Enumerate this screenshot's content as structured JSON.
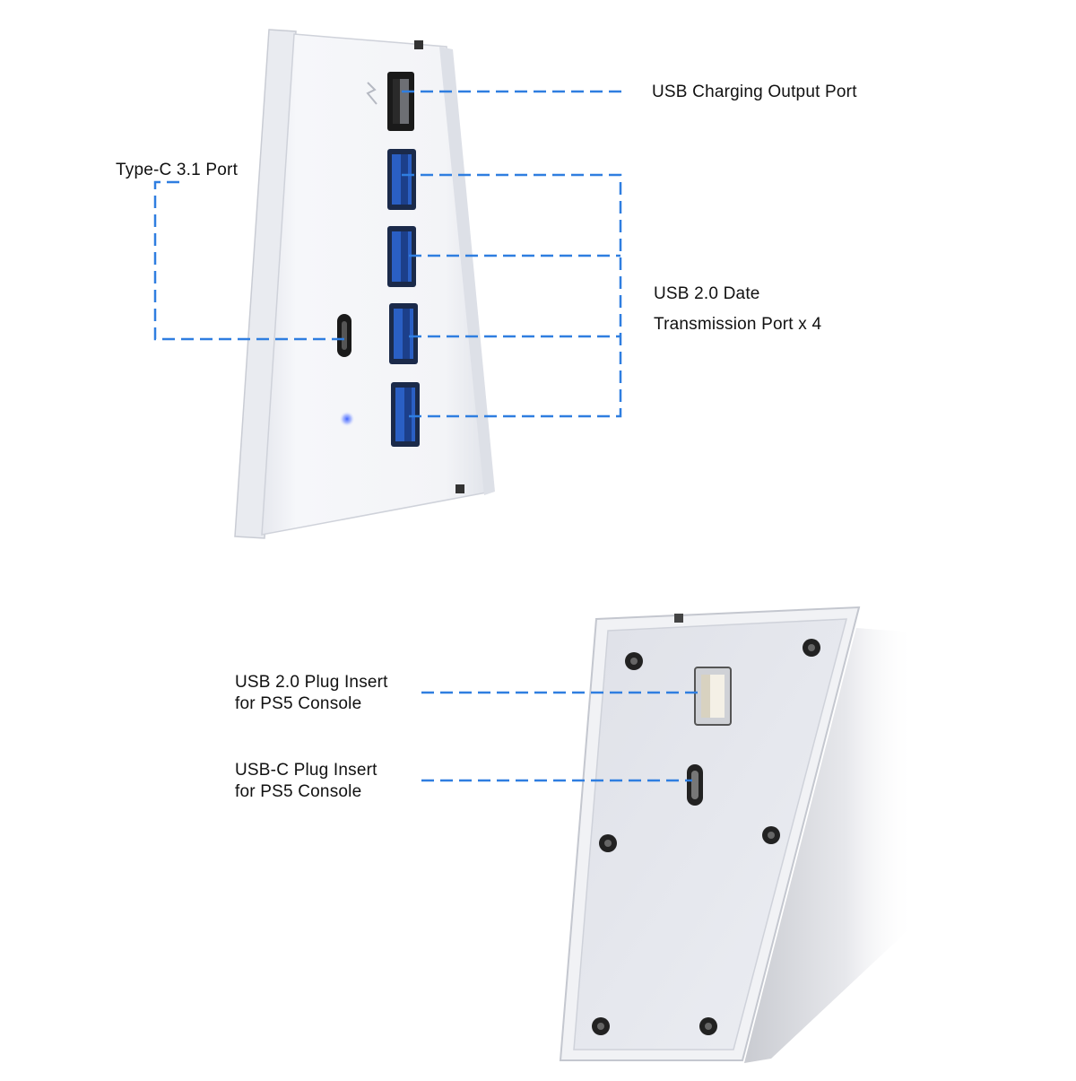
{
  "colors": {
    "leader_line": "#2f7ee0",
    "usb3_blue": "#2a5fc4",
    "device_body": "#f3f4f7",
    "background": "#ffffff",
    "led_blue": "#5a7bff"
  },
  "labels": {
    "usb_charging_output": "USB Charging Output Port",
    "type_c_port": "Type-C 3.1 Port",
    "usb20_date_line1": "USB 2.0 Date",
    "usb20_date_line2": "Transmission Port x 4",
    "usb20_plug_line1": "USB 2.0 Plug Insert",
    "usb20_plug_line2": "for PS5 Console",
    "usbc_plug_line1": "USB-C Plug Insert",
    "usbc_plug_line2": "for PS5 Console"
  }
}
